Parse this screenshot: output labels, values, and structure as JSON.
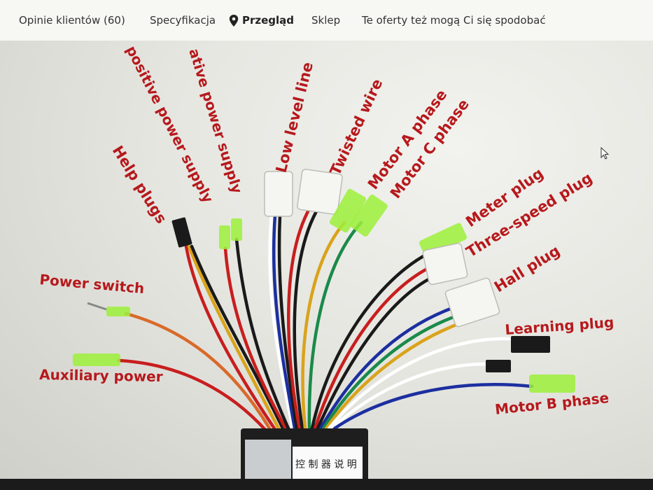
{
  "nav": {
    "items": [
      {
        "label": "Opinie klientów (60)"
      },
      {
        "label": "Specyfikacja"
      },
      {
        "label": "Przegląd",
        "active": true,
        "icon": "location-pin-icon"
      },
      {
        "label": "Sklep"
      },
      {
        "label": "Te oferty też mogą Ci się spodobać"
      }
    ]
  },
  "diagram": {
    "labels": {
      "positive_power_supply_1": "positive power supply",
      "positive_power_supply_2": "ative power supply",
      "help_plugs": "Help plugs",
      "low_level_line": "Low level line",
      "twisted_wire": "Twisted wire",
      "motor_a_phase": "Motor A phase",
      "motor_c_phase": "Motor C phase",
      "meter_plug": "Meter plug",
      "three_speed_plug": "Three-speed plug",
      "hall_plug": "Hall plug",
      "power_switch": "Power switch",
      "auxiliary_power": "Auxiliary power",
      "learning_plug": "Learning plug",
      "motor_b_phase": "Motor B phase"
    },
    "controller_sticker": "控 制 器 说 明"
  },
  "colors": {
    "label_red": "#b6191c",
    "connector_green": "#9cf03a",
    "wire_red": "#c81e1e",
    "wire_yellow": "#d9a31a",
    "wire_green": "#1a8a4a",
    "wire_blue": "#1c2fa0",
    "wire_black": "#1a1a1a",
    "wire_orange": "#d96a2a"
  }
}
